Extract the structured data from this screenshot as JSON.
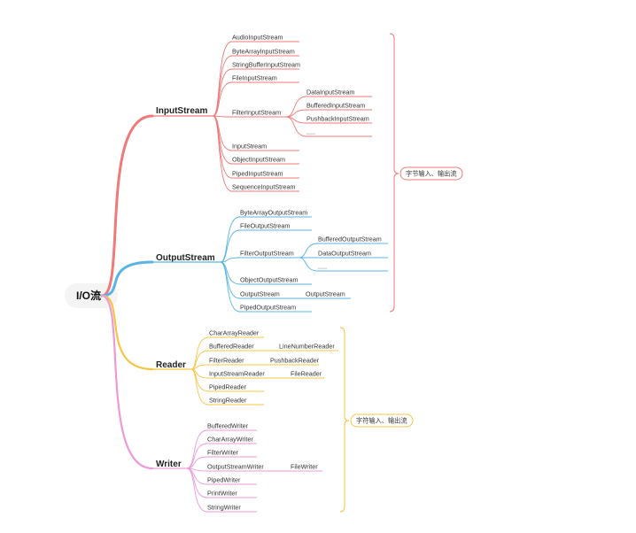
{
  "colors": {
    "input": "#f07a7a",
    "output": "#58b4e4",
    "reader": "#f6c545",
    "writer": "#ec9ad8",
    "root_bg": "#f4f4f4"
  },
  "root": {
    "label": "I/O流"
  },
  "branches": {
    "input": {
      "label": "InputStream",
      "items": [
        {
          "label": "AudioInputStream"
        },
        {
          "label": "ByteArrayInputStream"
        },
        {
          "label": "StringBufferInputStream"
        },
        {
          "label": "FileInputStream"
        },
        {
          "label": "FilterInputStream",
          "children": [
            "DataInputStream",
            "BufferedInputStream",
            "PushbackInputStream",
            "....."
          ]
        },
        {
          "label": "InputStream"
        },
        {
          "label": "ObjectInputStream"
        },
        {
          "label": "PipedInputStream"
        },
        {
          "label": "SequenceInputStream"
        }
      ]
    },
    "output": {
      "label": "OutputStream",
      "items": [
        {
          "label": "ByteArrayOutputStream"
        },
        {
          "label": "FileOutputStream"
        },
        {
          "label": "FilterOutputStream",
          "children": [
            "BufferedOutputStream",
            "DataOutputStream",
            "....."
          ]
        },
        {
          "label": "ObjectOutputStream"
        },
        {
          "label": "OutputStream",
          "children": [
            "OutputStream"
          ]
        },
        {
          "label": "PipedOutputStream"
        }
      ]
    },
    "reader": {
      "label": "Reader",
      "items": [
        {
          "label": "CharArrayReader"
        },
        {
          "label": "BufferedReader",
          "children": [
            "LineNumberReader"
          ]
        },
        {
          "label": "FilterReader",
          "children": [
            "PushbackReader"
          ]
        },
        {
          "label": "InputStreamReader",
          "children": [
            "FileReader"
          ]
        },
        {
          "label": "PipedReader"
        },
        {
          "label": "StringReader"
        }
      ]
    },
    "writer": {
      "label": "Writer",
      "items": [
        {
          "label": "BufferedWriter"
        },
        {
          "label": "CharArrayWriter"
        },
        {
          "label": "FilterWriter"
        },
        {
          "label": "OutputStreamWriter",
          "children": [
            "FileWriter"
          ]
        },
        {
          "label": "PipedWriter"
        },
        {
          "label": "PrintWriter"
        },
        {
          "label": "StringWriter"
        }
      ]
    }
  },
  "summaries": {
    "byte_stream": "字节输入、输出流",
    "char_stream": "字符输入、输出流"
  }
}
